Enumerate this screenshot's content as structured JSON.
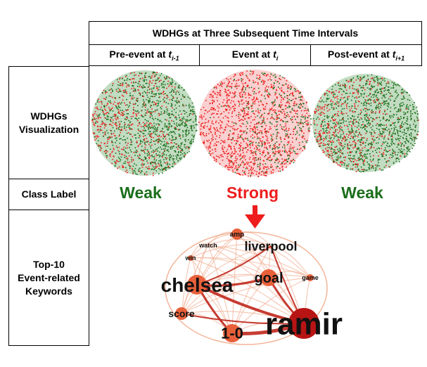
{
  "header": {
    "title": "WDHGs at Three Subsequent Time Intervals",
    "columns": [
      {
        "label": "Pre-event at ",
        "var": "t",
        "sub": "i-1"
      },
      {
        "label": "Event at ",
        "var": "t",
        "sub": "i"
      },
      {
        "label": "Post-event at ",
        "var": "t",
        "sub": "i+1"
      }
    ]
  },
  "rows": {
    "visualization": "WDHGs Visualization",
    "class_label": "Class Label",
    "keywords": "Top-10 Event-related Keywords"
  },
  "class_labels": [
    {
      "text": "Weak",
      "color": "#1b6e1b"
    },
    {
      "text": "Strong",
      "color": "#ee1c1c"
    },
    {
      "text": "Weak",
      "color": "#1b6e1b"
    }
  ],
  "keywords": [
    {
      "text": "amp"
    },
    {
      "text": "liverpool"
    },
    {
      "text": "watch"
    },
    {
      "text": "win"
    },
    {
      "text": "goal"
    },
    {
      "text": "game"
    },
    {
      "text": "chelsea"
    },
    {
      "text": "score"
    },
    {
      "text": "1-0"
    },
    {
      "text": "ramir"
    }
  ],
  "colors": {
    "red": "#ee1c1c",
    "green": "#1b6e1b",
    "node": "#e8603a",
    "edge": "#d9531e"
  }
}
